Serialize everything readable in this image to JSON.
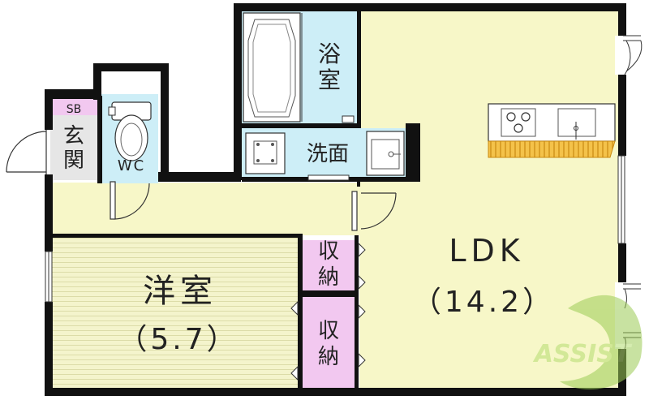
{
  "rooms": {
    "ldk": {
      "name": "LDK",
      "size": "（14.2）"
    },
    "western_room": {
      "name": "洋室",
      "size": "（5.7）"
    },
    "bathroom": {
      "name": "浴室"
    },
    "washroom": {
      "name": "洗面"
    },
    "toilet": {
      "name": "WC"
    },
    "entrance": {
      "name": "玄関"
    },
    "shoe_box": {
      "name": "SB"
    },
    "closet_upper": {
      "name": "収納"
    },
    "closet_lower": {
      "name": "収納"
    }
  },
  "watermark": {
    "text": "ASSIST"
  },
  "colors": {
    "floor_yellow": "#f7f7c8",
    "wet_area_blue": "#cdeef7",
    "storage_pink": "#f2c8f0",
    "counter_orange": "#f4c24a",
    "wall": "#111111"
  }
}
